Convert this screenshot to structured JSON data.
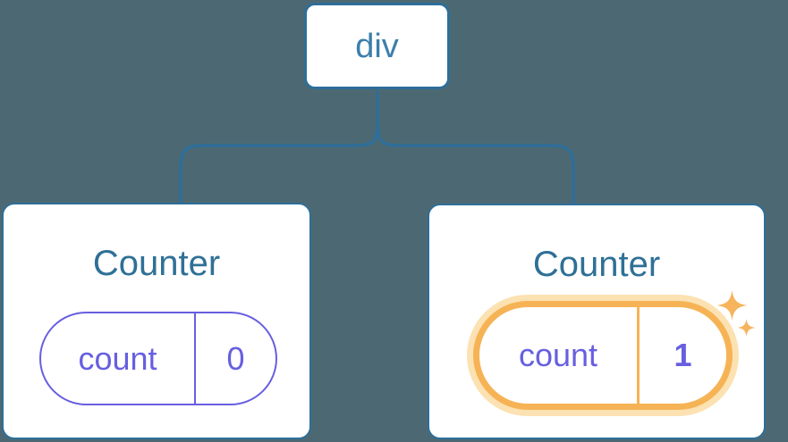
{
  "tree": {
    "root": {
      "label": "div"
    },
    "children": [
      {
        "title": "Counter",
        "state": {
          "key": "count",
          "value": "0"
        },
        "highlighted": false
      },
      {
        "title": "Counter",
        "state": {
          "key": "count",
          "value": "1"
        },
        "highlighted": true
      }
    ]
  },
  "icons": {
    "sparkles": "sparkles-icon"
  },
  "colors": {
    "background": "#4C6973",
    "connector_blue": "#2E6E99",
    "root_label_blue": "#3C7FAB",
    "title_teal_blue": "#2F7096",
    "state_purple": "#675FE0",
    "highlight_orange": "#F6B355",
    "highlight_halo": "#FCE2B2",
    "card_background": "#FFFFFF"
  }
}
